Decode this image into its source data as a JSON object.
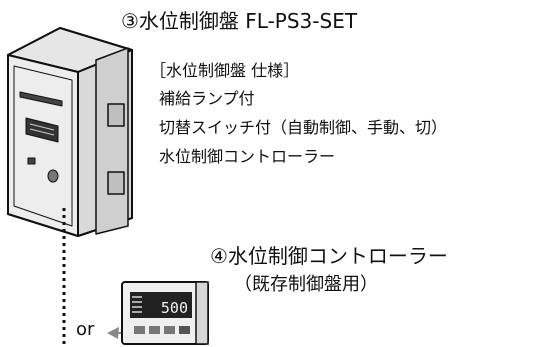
{
  "panel": {
    "title": "③水位制御盤 FL-PS3-SET",
    "spec_heading": "［水位制御盤 仕様］",
    "spec_items": [
      "補給ランプ付",
      "切替スイッチ付（自動制御、手動、切）",
      "水位制御コントローラー"
    ]
  },
  "controller": {
    "title": "④水位制御コントローラー",
    "note": "（既存制御盤用）",
    "display_value": "500"
  },
  "connector": {
    "or_label": "or"
  }
}
